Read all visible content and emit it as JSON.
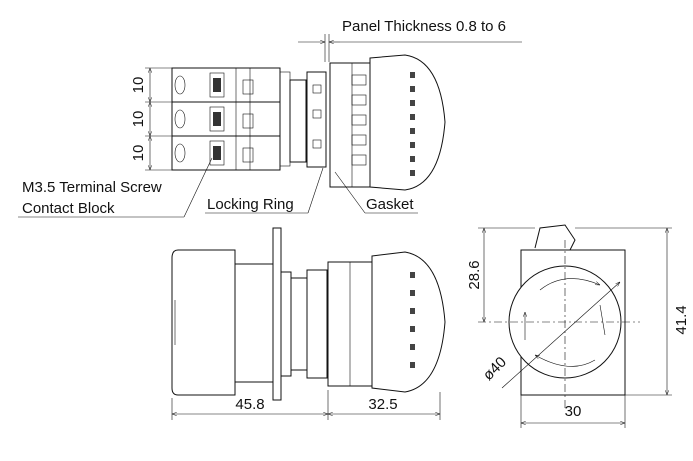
{
  "labels": {
    "panel_thickness": "Panel Thickness 0.8 to 6",
    "terminal_screw": "M3.5 Terminal Screw",
    "contact_block": "Contact Block",
    "locking_ring": "Locking Ring",
    "gasket": "Gasket"
  },
  "dimensions": {
    "pitch_1": "10",
    "pitch_2": "10",
    "pitch_3": "10",
    "rear_depth": "45.8",
    "front_depth": "32.5",
    "top_to_center": "28.6",
    "diameter": "ø40",
    "total_height": "41.4",
    "width": "30"
  }
}
